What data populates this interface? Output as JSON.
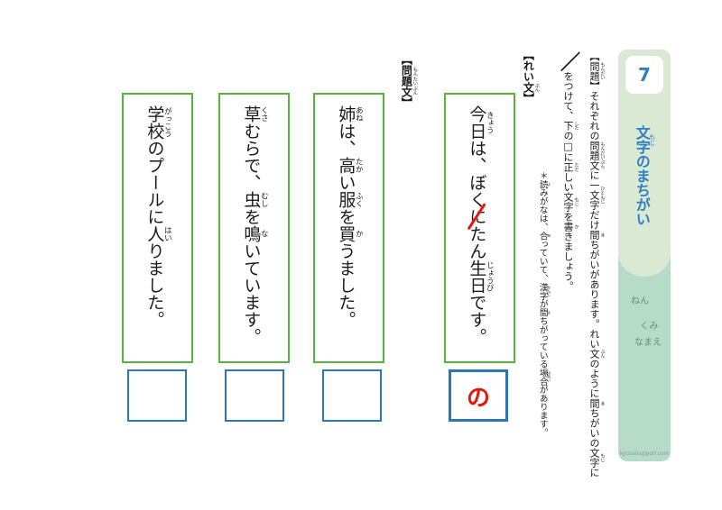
{
  "colors": {
    "green": "#58b23e",
    "blue": "#2e75b6",
    "red": "#e8150b",
    "lightgreen": "#d9e9d3",
    "teal": "#b6dbc9",
    "accent": "#2f7fc1"
  },
  "sidebar": {
    "number": "7",
    "title": [
      {
        "t": "文字",
        "r": "もじ"
      },
      {
        "t": "のまちがい"
      }
    ],
    "fields": [
      "ねん",
      "くみ",
      "なまえ"
    ],
    "watermark": "kyozaisupport.com"
  },
  "instructions": {
    "main": [
      {
        "t": "【"
      },
      {
        "t": "問題",
        "r": "もんだい"
      },
      {
        "t": "】それぞれの"
      },
      {
        "t": "問題文",
        "r": "もんだいぶん"
      },
      {
        "t": "に"
      },
      {
        "t": "一文字",
        "r": "ひともじ"
      },
      {
        "t": "だけ"
      },
      {
        "t": "間",
        "r": "ま"
      },
      {
        "t": "ちがいがあります。れい"
      },
      {
        "t": "文",
        "r": "ぶん"
      },
      {
        "t": "のように"
      },
      {
        "t": "間",
        "r": "ま"
      },
      {
        "t": "ちがいの"
      },
      {
        "t": "文字",
        "r": "もじ"
      },
      {
        "t": "に"
      }
    ],
    "second": [
      {
        "t": "／",
        "big": true
      },
      {
        "t": "をつけて、"
      },
      {
        "t": "下",
        "r": "した"
      },
      {
        "t": "の□に"
      },
      {
        "t": "正",
        "r": "ただ"
      },
      {
        "t": "しい"
      },
      {
        "t": "文字",
        "r": "もじ"
      },
      {
        "t": "を"
      },
      {
        "t": "書",
        "r": "か"
      },
      {
        "t": "きましょう。"
      }
    ],
    "note": [
      {
        "t": "＊"
      },
      {
        "t": "読",
        "r": "よ"
      },
      {
        "t": "みがなは、"
      },
      {
        "t": "合",
        "r": "あ"
      },
      {
        "t": "っていて、"
      },
      {
        "t": "漢字",
        "r": "かんじ"
      },
      {
        "t": "が"
      },
      {
        "t": "間",
        "r": "ま"
      },
      {
        "t": "ちがっている"
      },
      {
        "t": "場合",
        "r": "ばあい"
      },
      {
        "t": "があります。"
      }
    ]
  },
  "example": {
    "label": [
      {
        "t": "【れい"
      },
      {
        "t": "文",
        "r": "ぶん"
      },
      {
        "t": "】"
      }
    ],
    "sentence": [
      {
        "t": "今日",
        "r": "きょう"
      },
      {
        "t": "は、ぼく"
      },
      {
        "t": "に",
        "strike": true
      },
      {
        "t": "たん"
      },
      {
        "t": "生日",
        "r": "じょうび"
      },
      {
        "t": "です。"
      }
    ],
    "answer": "の"
  },
  "problems": {
    "label": [
      {
        "t": "【"
      },
      {
        "t": "問題文",
        "r": "もんだいぶん"
      },
      {
        "t": "】"
      }
    ],
    "items": [
      {
        "sentence": [
          {
            "t": "姉",
            "r": "あね"
          },
          {
            "t": "は、"
          },
          {
            "t": "高",
            "r": "たか"
          },
          {
            "t": "い"
          },
          {
            "t": "服",
            "r": "ふく"
          },
          {
            "t": "を"
          },
          {
            "t": "買",
            "r": "か"
          },
          {
            "t": "うました。"
          }
        ],
        "answer": ""
      },
      {
        "sentence": [
          {
            "t": "草",
            "r": "くさ"
          },
          {
            "t": "むらで、"
          },
          {
            "t": "虫",
            "r": "むし"
          },
          {
            "t": "を"
          },
          {
            "t": "鳴",
            "r": "な"
          },
          {
            "t": "いています。"
          }
        ],
        "answer": ""
      },
      {
        "sentence": [
          {
            "t": "学校",
            "r": "がっこう"
          },
          {
            "t": "のプールに"
          },
          {
            "t": "人",
            "r": "はい"
          },
          {
            "t": "りました。"
          }
        ],
        "answer": ""
      }
    ]
  }
}
